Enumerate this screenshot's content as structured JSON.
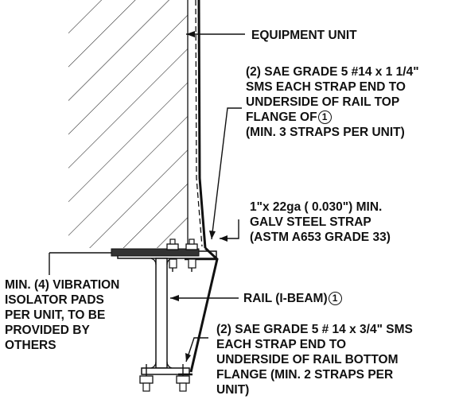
{
  "callouts": {
    "equipment_unit": "EQUIPMENT UNIT",
    "top_fasteners": [
      "(2) SAE GRADE 5 #14 x 1 1/4\"",
      "SMS EACH STRAP END TO",
      "UNDERSIDE OF RAIL TOP",
      "FLANGE OF",
      "(MIN. 3 STRAPS PER UNIT)"
    ],
    "strap": [
      "1\"x 22ga ( 0.030\") MIN.",
      "GALV STEEL STRAP",
      "(ASTM A653 GRADE 33)"
    ],
    "isolator_pads": [
      "MIN. (4) VIBRATION",
      "ISOLATOR PADS",
      "PER UNIT, TO BE",
      "PROVIDED BY",
      "OTHERS"
    ],
    "rail": "RAIL (I-BEAM)",
    "bottom_fasteners": [
      "(2) SAE GRADE 5  # 14 x 3/4\" SMS",
      "EACH STRAP END TO",
      "UNDERSIDE OF RAIL BOTTOM",
      "FLANGE (MIN. 2 STRAPS PER",
      "UNIT)"
    ],
    "ref_number": "1"
  }
}
